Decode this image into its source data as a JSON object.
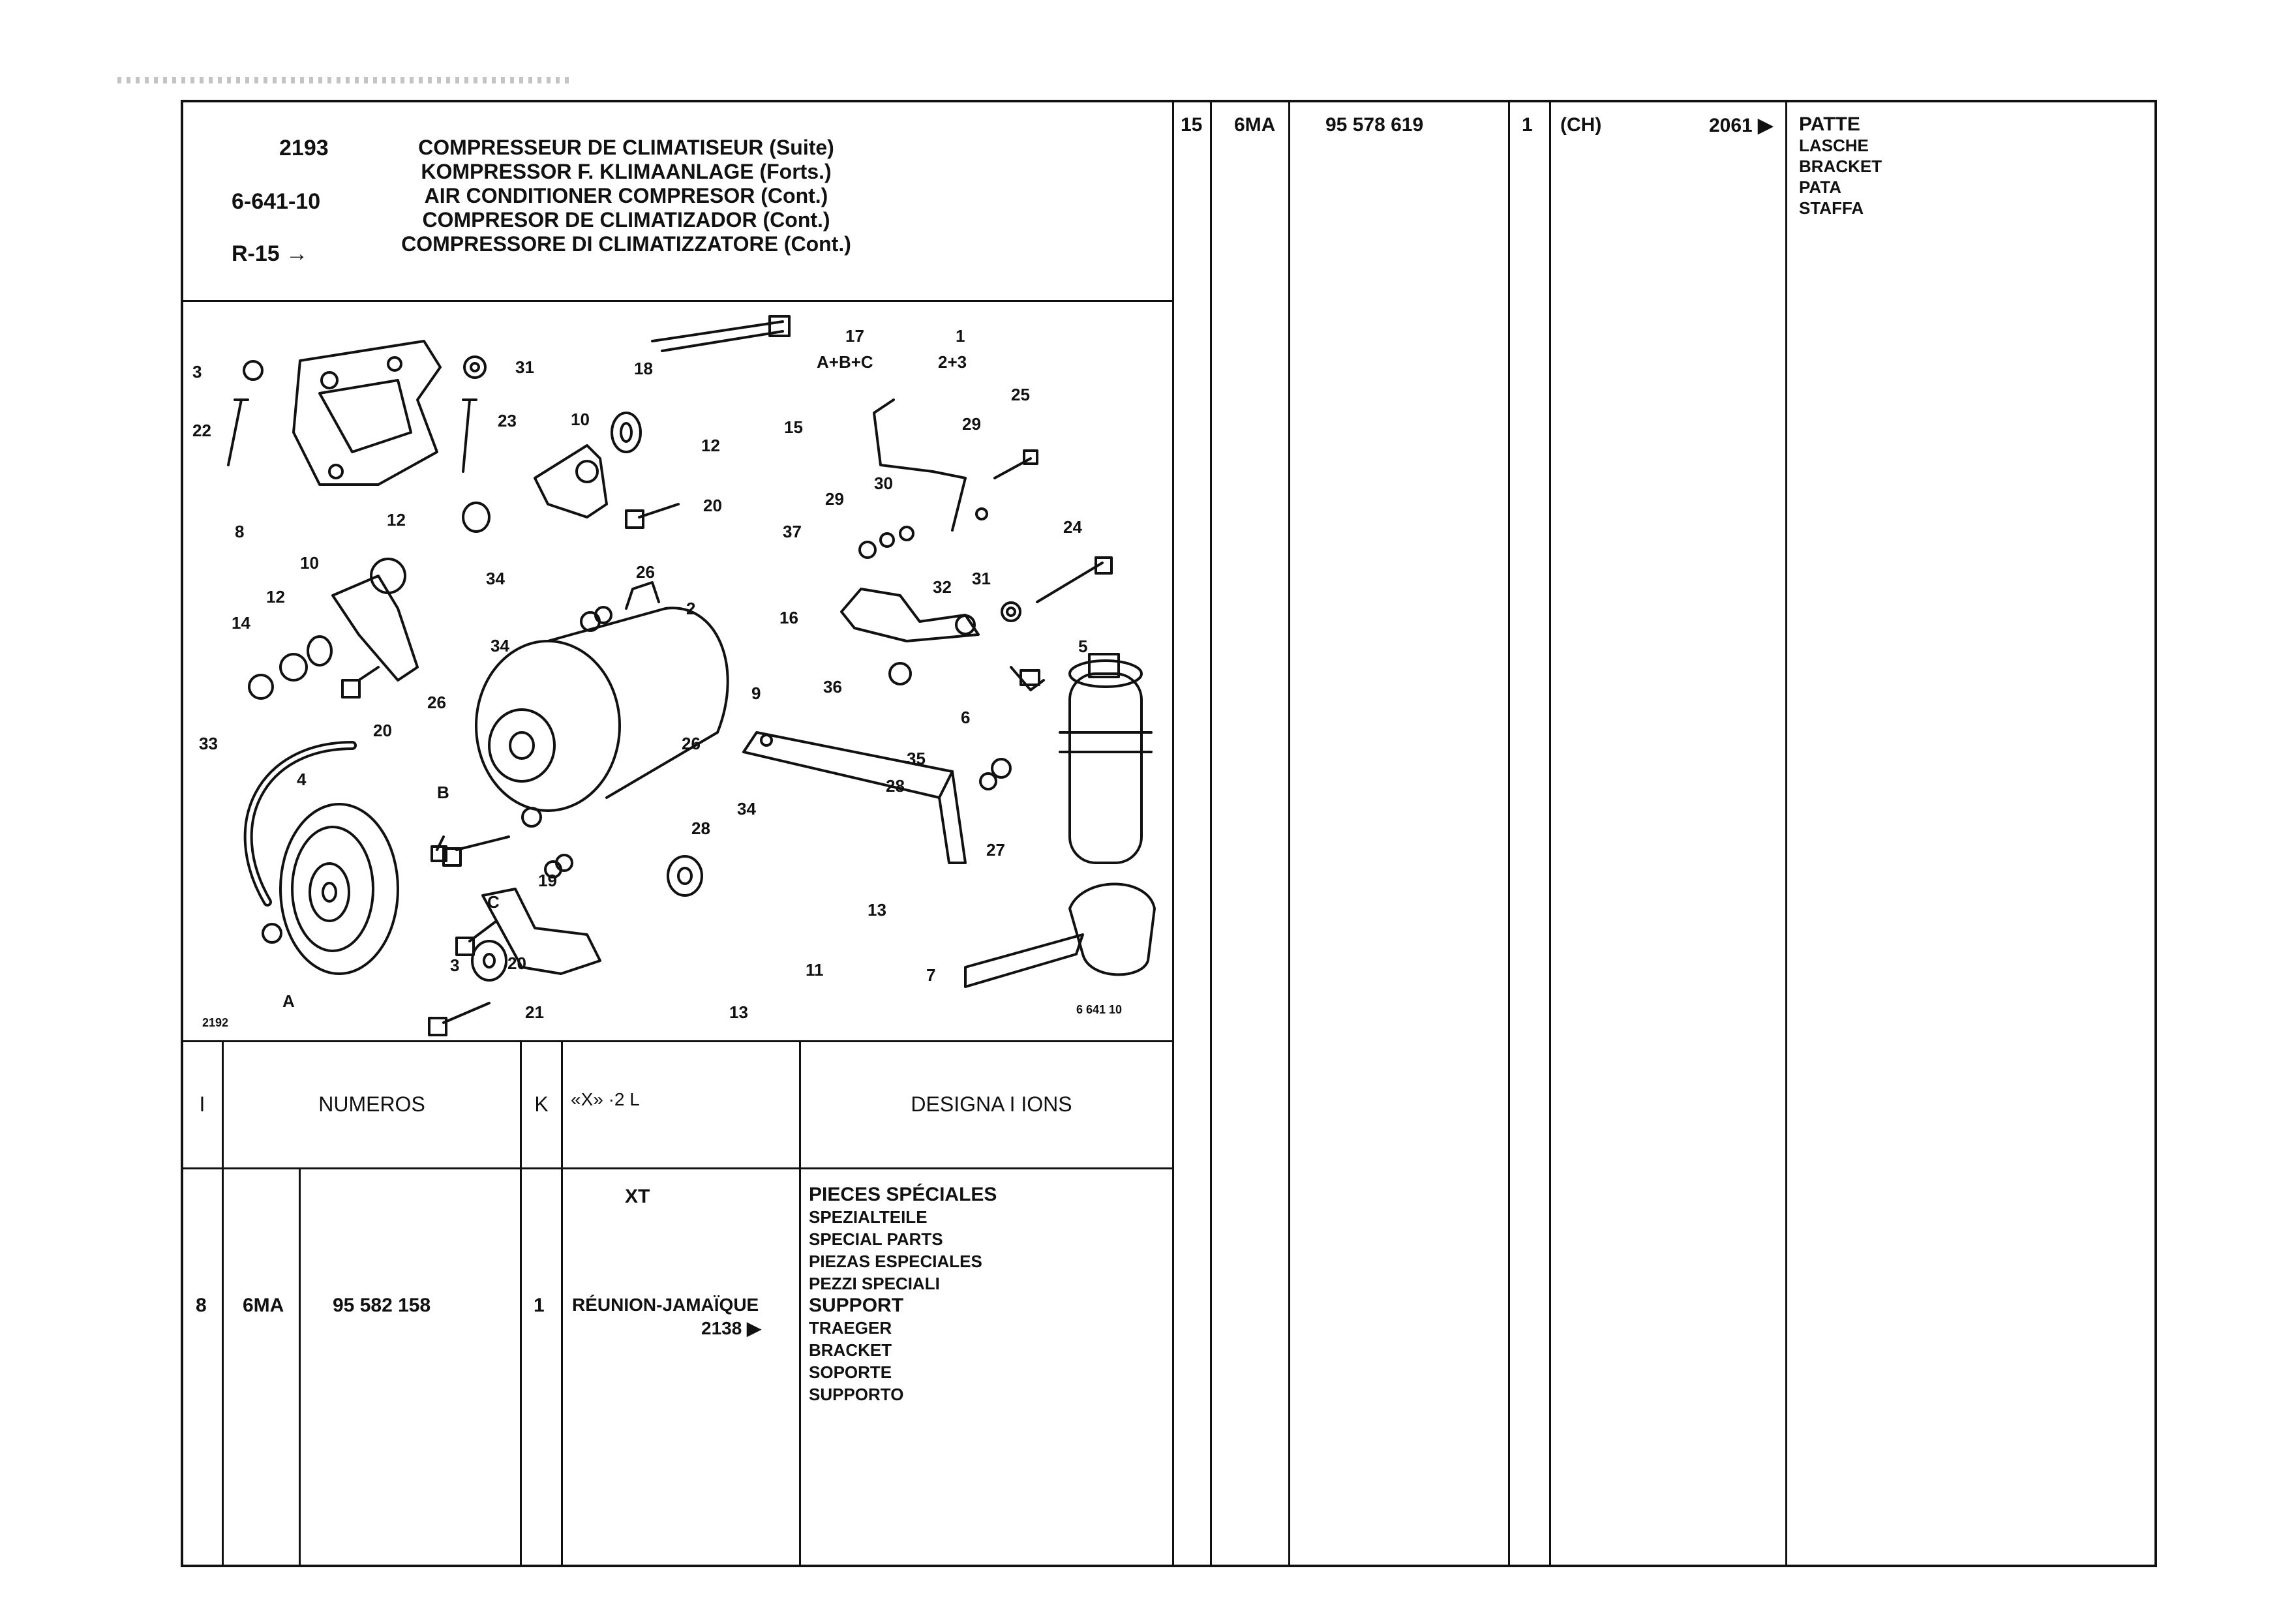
{
  "header": {
    "group_number": "2193",
    "section_code": "6-641-10",
    "reference": "R-15 →",
    "titles": [
      "COMPRESSEUR DE CLIMATISEUR (Suite)",
      "KOMPRESSOR F. KLIMAANLAGE (Forts.)",
      "AIR CONDITIONER COMPRESOR (Cont.)",
      "COMPRESOR DE CLIMATIZADOR (Cont.)",
      "COMPRESSORE DI CLIMATIZZATORE (Cont.)"
    ]
  },
  "diagram": {
    "figure_number": "2192",
    "drawing_ref": "6 641 10",
    "callouts": {
      "c17": "17",
      "c17sub": "A+B+C",
      "c1": "1",
      "c1sub": "2+3",
      "c3a": "3",
      "c31a": "31",
      "c18": "18",
      "c22": "22",
      "c23": "23",
      "c10a": "10",
      "c12a": "12",
      "c15": "15",
      "c25": "25",
      "c29a": "29",
      "c8": "8",
      "c12b": "12",
      "c20a": "20",
      "c30": "30",
      "c29b": "29",
      "c37": "37",
      "c24": "24",
      "c10b": "10",
      "c34a": "34",
      "c26a": "26",
      "c12c": "12",
      "c2": "2",
      "c32": "32",
      "c31b": "31",
      "c14": "14",
      "c34b": "34",
      "c16": "16",
      "c5": "5",
      "c20b": "20",
      "c26b": "26",
      "c36": "36",
      "c6": "6",
      "c33": "33",
      "c9": "9",
      "c4": "4",
      "cB": "B",
      "c26c": "26",
      "c35": "35",
      "c28a": "28",
      "c34c": "34",
      "c28b": "28",
      "c27": "27",
      "c19": "19",
      "cC": "C",
      "c13a": "13",
      "c3b": "3",
      "c20c": "20",
      "c11": "11",
      "c7": "7",
      "cA": "A",
      "c21": "21",
      "c13b": "13"
    }
  },
  "table_headers": {
    "index": "I",
    "numbers": "NUMEROS",
    "k": "K",
    "model": "«X» ·2 L",
    "designations": "DESIGNA I IONS"
  },
  "left_rows": [
    {
      "index": "8",
      "code": "6MA",
      "part_number": "95 582 158",
      "qty": "1",
      "model_top": "XT",
      "model_note": "RÉUNION-JAMAÏQUE",
      "ref": "2138 ▶",
      "designation_groups": [
        [
          "PIECES SPÉCIALES",
          "SPEZIALTEILE",
          "SPECIAL PARTS",
          "PIEZAS ESPECIALES",
          "PEZZI SPECIALI"
        ],
        [
          "SUPPORT",
          "TRAEGER",
          "BRACKET",
          "SOPORTE",
          "SUPPORTO"
        ]
      ]
    }
  ],
  "right_rows": [
    {
      "index": "15",
      "code": "6MA",
      "part_number": "95 578 619",
      "qty": "1",
      "model_note": "(CH)",
      "ref": "2061 ▶",
      "designations": [
        "PATTE",
        "LASCHE",
        "BRACKET",
        "PATA",
        "STAFFA"
      ]
    }
  ]
}
